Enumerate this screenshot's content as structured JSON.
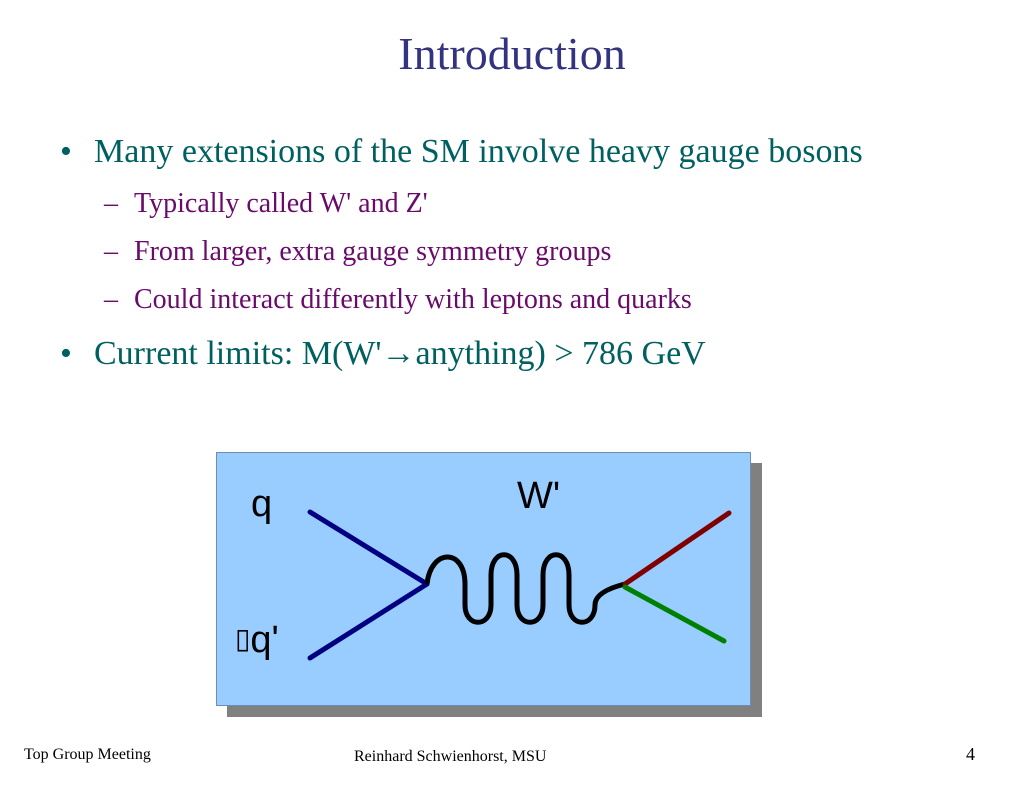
{
  "slide": {
    "title": "Introduction",
    "bullet_glyph": "•",
    "dash_glyph": "–",
    "bullets": [
      {
        "text": "Many extensions of the SM involve heavy gauge bosons"
      },
      {
        "text": "Current limits: M(W'→anything) > 786 GeV"
      }
    ],
    "sub_bullets": [
      "Typically called W' and Z'",
      "From larger, extra gauge symmetry groups",
      "Could interact differently with leptons and quarks"
    ]
  },
  "diagram": {
    "label_q": "q",
    "label_qprime": "q'",
    "label_qprime_prefix": "▯",
    "label_boson": "W'",
    "colors": {
      "background": "#99ccff",
      "incoming_lines": "#000080",
      "outgoing_upper": "#800000",
      "outgoing_lower": "#008000",
      "boson_line": "#000000"
    }
  },
  "footer": {
    "left": "Top Group Meeting",
    "center": "Reinhard Schwienhorst, MSU",
    "page_number": "4"
  }
}
